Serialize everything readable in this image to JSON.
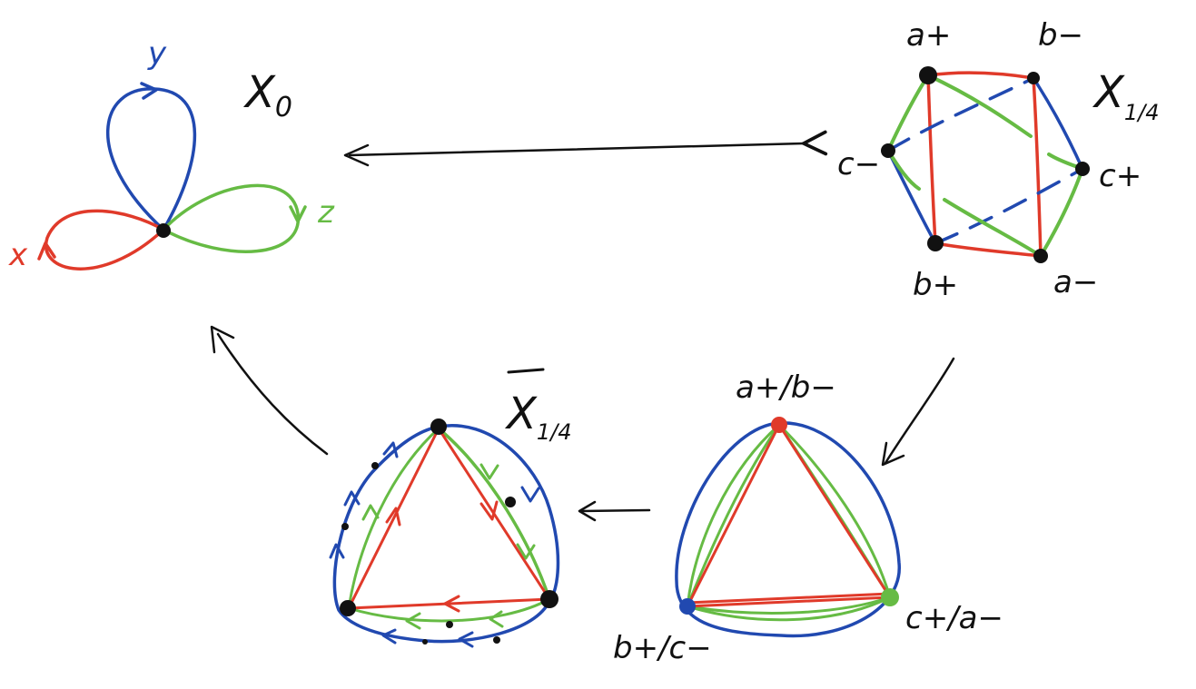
{
  "colors": {
    "x": "#e03a2a",
    "y": "#2149b0",
    "z": "#66bb44",
    "ink": "#111111"
  },
  "x0": {
    "title": "X",
    "title_sub": "0",
    "loop_x_label": "x",
    "loop_y_label": "y",
    "loop_z_label": "z"
  },
  "x14": {
    "title": "X",
    "title_sub": "1/4",
    "vertex_labels": {
      "a_plus": "a+",
      "b_minus": "b−",
      "c_minus": "c−",
      "c_plus": "c+",
      "b_plus": "b+",
      "a_minus": "a−"
    }
  },
  "quotient": {
    "vertex_labels": {
      "top": "a+/b−",
      "left": "b+/c−",
      "right": "c+/a−"
    }
  },
  "xbar14": {
    "title": "X",
    "title_sub": "1/4"
  }
}
